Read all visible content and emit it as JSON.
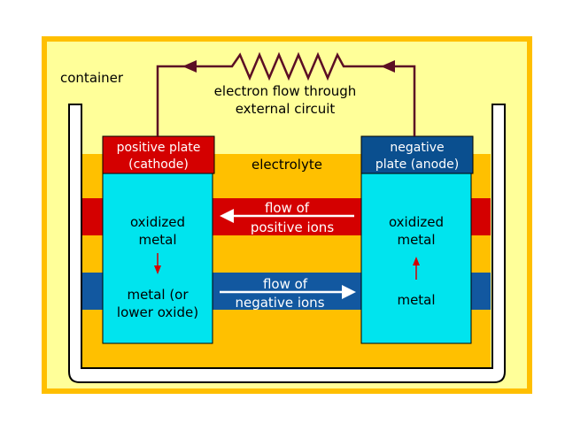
{
  "labels": {
    "container": "container",
    "circuit_line1": "electron flow through",
    "circuit_line2": "external circuit",
    "electrolyte": "electrolyte",
    "positive_plate_line1": "positive plate",
    "positive_plate_line2": "(cathode)",
    "negative_plate_line1": "negative",
    "negative_plate_line2": "plate (anode)",
    "cathode_top_line1": "oxidized",
    "cathode_top_line2": "metal",
    "cathode_bottom_line1": "metal (or",
    "cathode_bottom_line2": "lower oxide)",
    "anode_top_line1": "oxidized",
    "anode_top_line2": "metal",
    "anode_bottom": "metal",
    "pos_ions_line1": "flow of",
    "pos_ions_line2": "positive ions",
    "neg_ions_line1": "flow of",
    "neg_ions_line2": "negative ions"
  },
  "colors": {
    "background": "#ffff99",
    "frame": "#ffbf00",
    "electrolyte": "#ffc000",
    "plate": "#00e4ee",
    "header_positive": "#d40000",
    "header_negative": "#0a4f8f",
    "band_red": "#d40000",
    "band_blue": "#1258a0",
    "wire": "#5c0e24",
    "small_arrow": "#d40000"
  }
}
